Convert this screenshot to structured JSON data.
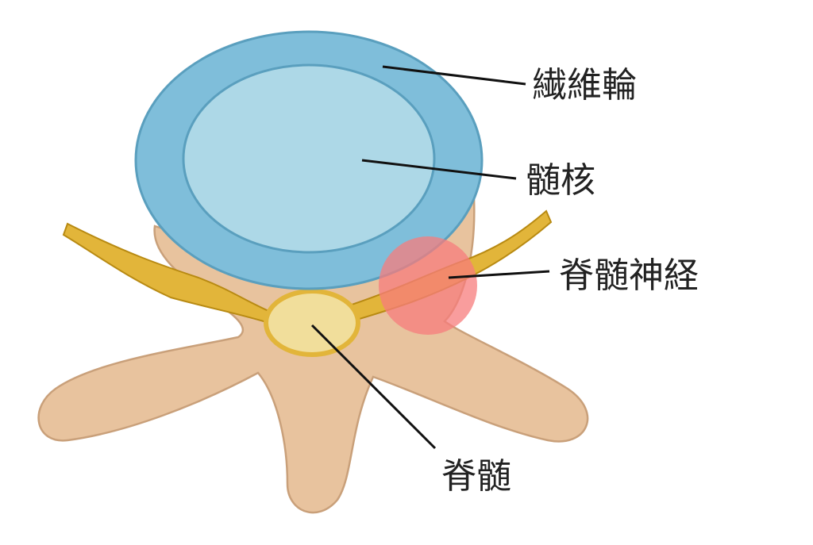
{
  "labels": {
    "annulus": "繊維輪",
    "nucleus": "髄核",
    "nerve_root": "脊髄神経",
    "spinal_cord": "脊髄"
  },
  "colors": {
    "bone": "#E8C39E",
    "bone_outline": "#C9A07A",
    "annulus": "#7FBEDA",
    "annulus_outline": "#5A9FBE",
    "nucleus": "#ADD8E7",
    "nerve": "#E2B53A",
    "nerve_outline": "#B88A12",
    "cord": "#F1DE9B",
    "highlight": "#F77C7C"
  }
}
